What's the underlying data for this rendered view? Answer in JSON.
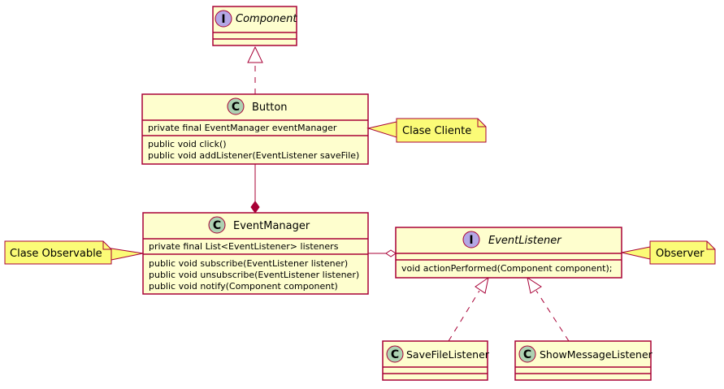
{
  "colors": {
    "class_fill": "#FEFECE",
    "border": "#A80036",
    "note_fill": "#FBFB77",
    "class_badge": "#ADD1B2",
    "interface_badge": "#B4A7E5"
  },
  "classes": {
    "component": {
      "name": "Component",
      "badge": "I"
    },
    "button": {
      "name": "Button",
      "badge": "C",
      "fields": [
        "private final EventManager eventManager"
      ],
      "methods": [
        "public void click()",
        "public void addListener(EventListener saveFile)"
      ]
    },
    "event_manager": {
      "name": "EventManager",
      "badge": "C",
      "fields": [
        "private final List<EventListener> listeners"
      ],
      "methods": [
        "public void subscribe(EventListener listener)",
        "public void unsubscribe(EventListener listener)",
        "public void notify(Component component)"
      ]
    },
    "event_listener": {
      "name": "EventListener",
      "badge": "I",
      "methods": [
        "void actionPerformed(Component component);"
      ]
    },
    "save_file_listener": {
      "name": "SaveFileListener",
      "badge": "C"
    },
    "show_message_listener": {
      "name": "ShowMessageListener",
      "badge": "C"
    }
  },
  "notes": {
    "cliente": "Clase Cliente",
    "observable": "Clase Observable",
    "observer": "Observer"
  }
}
